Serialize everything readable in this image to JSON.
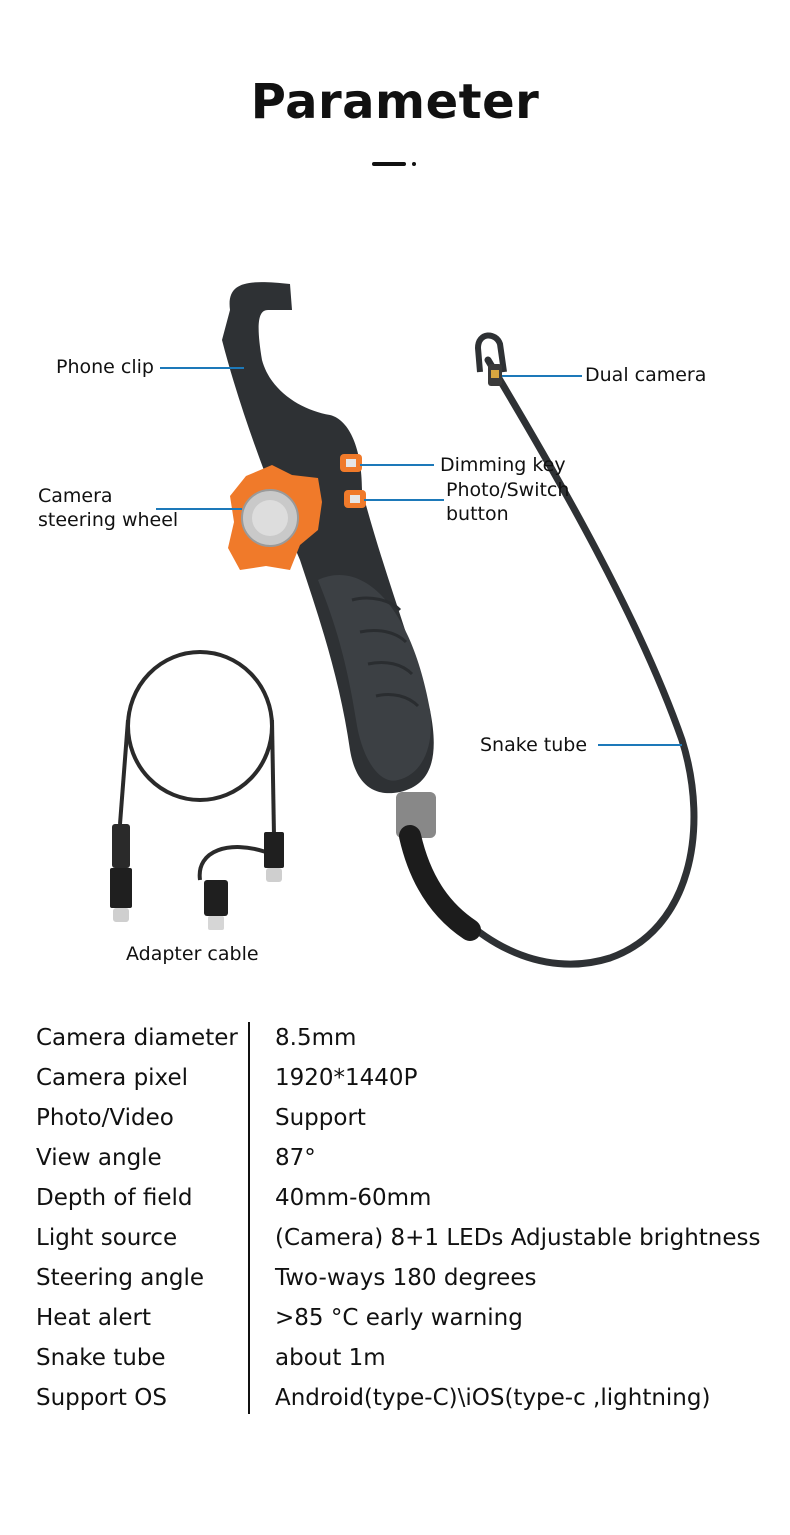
{
  "header": {
    "title": "Parameter"
  },
  "labels": {
    "phone_clip": "Phone clip",
    "camera_steering_wheel": "Camera\nsteering wheel",
    "dimming_key": "Dimming key",
    "photo_switch_button": "Photo/Switch\nbutton",
    "dual_camera": "Dual camera",
    "snake_tube": "Snake tube",
    "adapter_cable": "Adapter cable"
  },
  "colors": {
    "accent_orange": "#f07a2a",
    "leader_blue": "#1d79b9",
    "body_dark": "#2e3134"
  },
  "specs": [
    {
      "key": "Camera diameter",
      "value": "8.5mm"
    },
    {
      "key": "Camera pixel",
      "value": "1920*1440P"
    },
    {
      "key": "Photo/Video",
      "value": "Support"
    },
    {
      "key": "View angle",
      "value": "87°"
    },
    {
      "key": "Depth of field",
      "value": "40mm-60mm"
    },
    {
      "key": "Light source",
      "value": "(Camera) 8+1 LEDs Adjustable brightness"
    },
    {
      "key": "Steering angle",
      "value": "Two-ways 180 degrees"
    },
    {
      "key": "Heat alert",
      "value": ">85  °C early warning"
    },
    {
      "key": "Snake tube",
      "value": "about 1m"
    },
    {
      "key": "Support OS",
      "value": "Android(type-C)\\iOS(type-c ,lightning)"
    }
  ]
}
